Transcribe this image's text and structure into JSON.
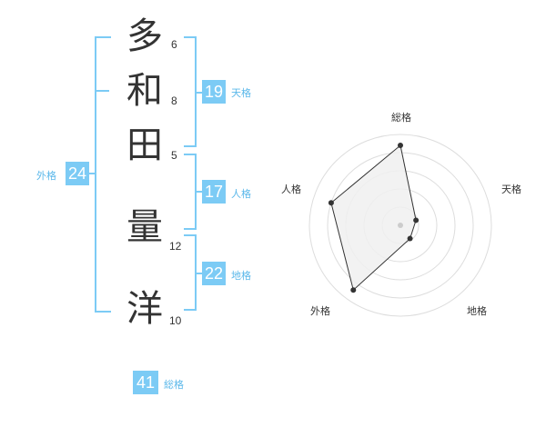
{
  "name": {
    "chars": [
      {
        "char": "多",
        "strokes": "6"
      },
      {
        "char": "和",
        "strokes": "8"
      },
      {
        "char": "田",
        "strokes": "5"
      },
      {
        "char": "量",
        "strokes": "12"
      },
      {
        "char": "洋",
        "strokes": "10"
      }
    ]
  },
  "scores": {
    "tenkaku": {
      "value": "19",
      "label": "天格"
    },
    "jinkaku": {
      "value": "17",
      "label": "人格"
    },
    "chikaku": {
      "value": "22",
      "label": "地格"
    },
    "gaikaku": {
      "value": "24",
      "label": "外格"
    },
    "soukaku": {
      "value": "41",
      "label": "総格"
    }
  },
  "chart_data": {
    "type": "radar",
    "axes": [
      "総格",
      "天格",
      "地格",
      "外格",
      "人格"
    ],
    "values": [
      0.88,
      0.18,
      0.18,
      0.88,
      0.8
    ],
    "range": [
      0,
      1
    ],
    "rings": 5,
    "colors": {
      "fill": "#f0f0f0",
      "line": "#333333",
      "grid": "#dddddd",
      "center": "#cccccc"
    }
  }
}
